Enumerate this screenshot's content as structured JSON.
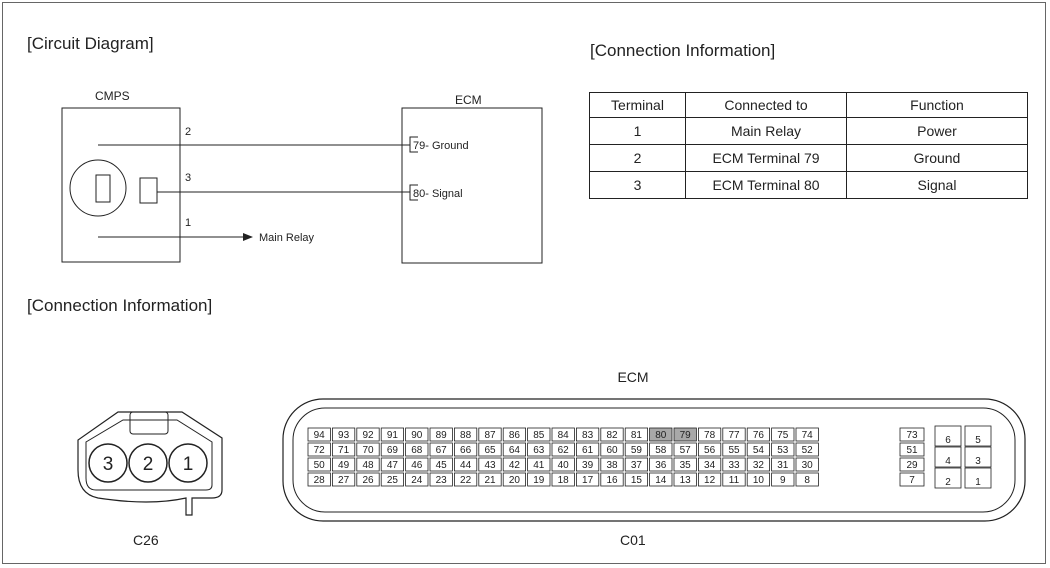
{
  "circuit": {
    "heading": "[Circuit Diagram]",
    "cmps_label": "CMPS",
    "ecm_label": "ECM",
    "wires": [
      {
        "pin": "2",
        "ecm_label": "79- Ground"
      },
      {
        "pin": "3",
        "ecm_label": "80- Signal"
      },
      {
        "pin": "1",
        "dest": "Main Relay"
      }
    ]
  },
  "connection_table": {
    "heading": "[Connection Information]",
    "headers": [
      "Terminal",
      "Connected to",
      "Function"
    ],
    "rows": [
      [
        "1",
        "Main Relay",
        "Power"
      ],
      [
        "2",
        "ECM Terminal 79",
        "Ground"
      ],
      [
        "3",
        "ECM Terminal 80",
        "Signal"
      ]
    ]
  },
  "connectors": {
    "heading": "[Connection Information]",
    "c26": {
      "caption": "C26",
      "pins": [
        "3",
        "2",
        "1"
      ]
    },
    "ecm": {
      "title": "ECM",
      "caption": "C01",
      "highlight_pins": [
        "80",
        "79"
      ],
      "highlight_color": "#a8a8a8",
      "main_rows": [
        [
          "94",
          "93",
          "92",
          "91",
          "90",
          "89",
          "88",
          "87",
          "86",
          "85",
          "84",
          "83",
          "82",
          "81",
          "80",
          "79",
          "78",
          "77",
          "76",
          "75",
          "74"
        ],
        [
          "72",
          "71",
          "70",
          "69",
          "68",
          "67",
          "66",
          "65",
          "64",
          "63",
          "62",
          "61",
          "60",
          "59",
          "58",
          "57",
          "56",
          "55",
          "54",
          "53",
          "52"
        ],
        [
          "50",
          "49",
          "48",
          "47",
          "46",
          "45",
          "44",
          "43",
          "42",
          "41",
          "40",
          "39",
          "38",
          "37",
          "36",
          "35",
          "34",
          "33",
          "32",
          "31",
          "30"
        ],
        [
          "28",
          "27",
          "26",
          "25",
          "24",
          "23",
          "22",
          "21",
          "20",
          "19",
          "18",
          "17",
          "16",
          "15",
          "14",
          "13",
          "12",
          "11",
          "10",
          "9",
          "8"
        ]
      ],
      "side_col": [
        "73",
        "51",
        "29",
        "7"
      ],
      "right_block": [
        [
          "6",
          "5"
        ],
        [
          "4",
          "3"
        ],
        [
          "2",
          "1"
        ]
      ]
    }
  }
}
